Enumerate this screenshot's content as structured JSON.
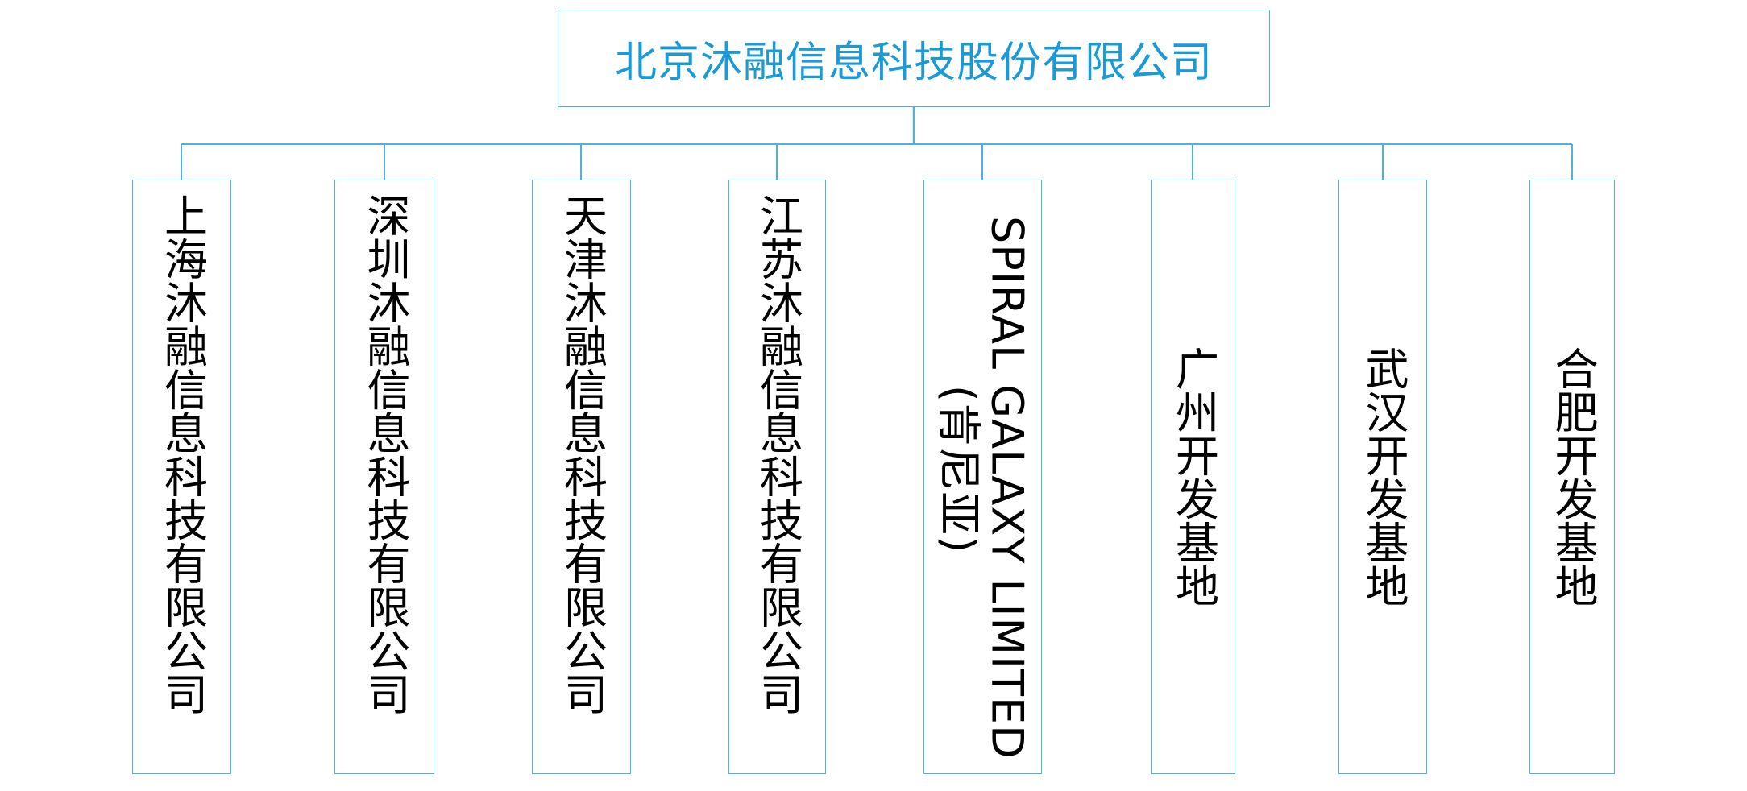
{
  "colors": {
    "box_border": "#4fb3d9",
    "connector": "#4fb3d9",
    "root_text": "#1a9ad6",
    "child_text": "#000000"
  },
  "root": {
    "label": "北京沐融信息科技股份有限公司"
  },
  "children": [
    {
      "label": "上海沐融信息科技有限公司"
    },
    {
      "label": "深圳沐融信息科技有限公司"
    },
    {
      "label": "天津沐融信息科技有限公司"
    },
    {
      "label": "江苏沐融信息科技有限公司"
    },
    {
      "label": "SPIRAL GALAXY LIMITED",
      "note": "(肯尼亚)"
    },
    {
      "label": "广州开发基地"
    },
    {
      "label": "武汉开发基地"
    },
    {
      "label": "合肥开发基地"
    }
  ]
}
